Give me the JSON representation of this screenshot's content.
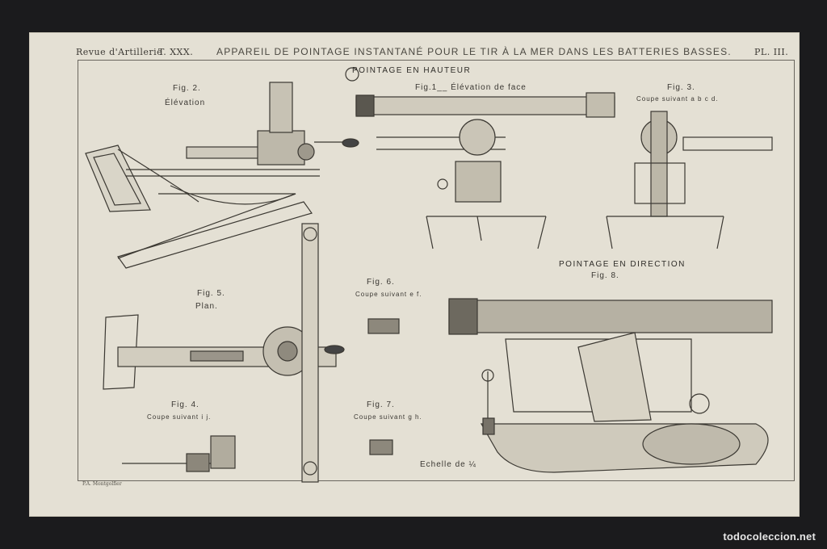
{
  "plate": {
    "journal": "Revue d'Artillerie",
    "volume": "T. XXX.",
    "title": "APPAREIL DE POINTAGE INSTANTANÉ POUR LE TIR À LA MER DANS LES BATTERIES BASSES.",
    "plate_number": "PL. III."
  },
  "sections": {
    "elevation": "POINTAGE EN HAUTEUR",
    "direction": "POINTAGE EN DIRECTION"
  },
  "figures": {
    "fig1": "Fig.1__ Élévation de face",
    "fig2": "Fig. 2.",
    "fig2_sub": "Élévation",
    "fig3": "Fig. 3.",
    "fig3_sub": "Coupe suivant a b c d.",
    "fig4": "Fig. 4.",
    "fig4_sub": "Coupe suivant i j.",
    "fig5": "Fig. 5.",
    "fig5_sub": "Plan.",
    "fig6": "Fig. 6.",
    "fig6_sub": "Coupe suivant e f.",
    "fig7": "Fig. 7.",
    "fig7_sub": "Coupe suivant g h.",
    "fig8": "Fig. 8."
  },
  "scale_label": "Echelle de ¼",
  "engraver": "P.A. Montgolfier",
  "watermark": "todocoleccion.net",
  "colors": {
    "background": "#1b1b1d",
    "paper": "#e4e0d4",
    "ink": "#3d3a35"
  }
}
